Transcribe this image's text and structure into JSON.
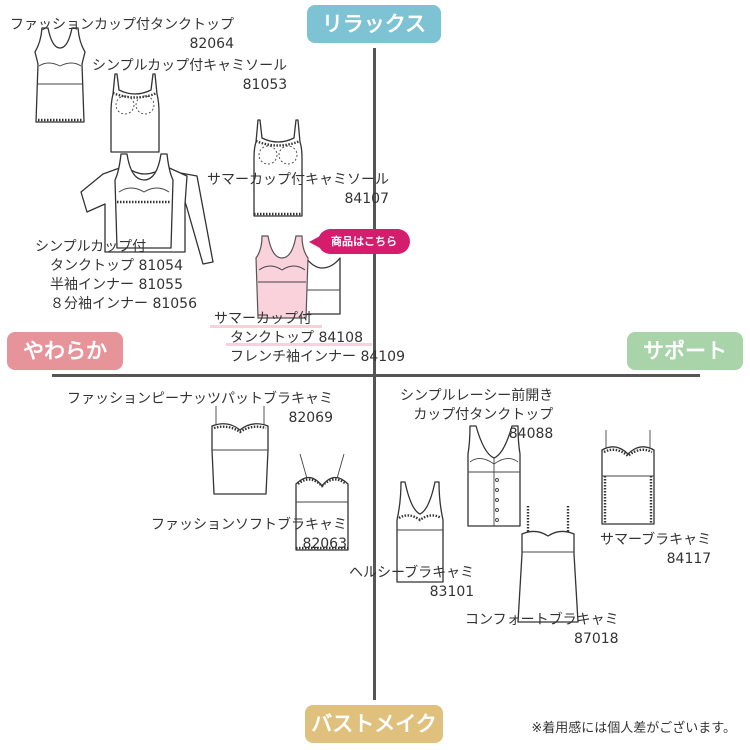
{
  "axes": {
    "top": {
      "label": "リラックス",
      "color": "#7ec3d4"
    },
    "left": {
      "label": "やわらか",
      "color": "#e6949a"
    },
    "right": {
      "label": "サポート",
      "color": "#a9d3a9"
    },
    "bottom": {
      "label": "バストメイク",
      "color": "#dfc07d"
    }
  },
  "callout": {
    "label": "商品はこちら",
    "color": "#d41d6d"
  },
  "products": [
    {
      "name": "ファッションカップ付タンクトップ",
      "code": "82064",
      "icon": "tank-top-icon"
    },
    {
      "name": "シンプルカップ付キャミソール",
      "code": "81053",
      "icon": "camisole-icon"
    },
    {
      "name": "サマーカップ付キャミソール",
      "code": "84107",
      "icon": "camisole-icon"
    },
    {
      "lines": [
        "シンプルカップ付",
        "タンクトップ 81054",
        "半袖インナー 81055",
        "８分袖インナー 81056"
      ],
      "icon": "sleeved-inner-icon"
    },
    {
      "lines": [
        "サマーカップ付",
        "タンクトップ 84108",
        "フレンチ袖インナー 84109"
      ],
      "icon": "tank-top-icon",
      "highlighted": true
    },
    {
      "name": "ファッションピーナッツパットブラキャミ",
      "code": "82069",
      "icon": "bra-camisole-icon"
    },
    {
      "name": "ファッションソフトブラキャミ",
      "code": "82063",
      "icon": "bra-camisole-icon"
    },
    {
      "lines": [
        "シンプルレーシー前開き",
        "カップ付タンクトップ"
      ],
      "code": "84088",
      "icon": "front-open-tank-icon"
    },
    {
      "name": "サマーブラキャミ",
      "code": "84117",
      "icon": "bra-camisole-icon"
    },
    {
      "name": "ヘルシーブラキャミ",
      "code": "83101",
      "icon": "bra-camisole-icon"
    },
    {
      "name": "コンフォートブラキャミ",
      "code": "87018",
      "icon": "bra-camisole-icon"
    }
  ],
  "note": "※着用感には個人差がございます。"
}
